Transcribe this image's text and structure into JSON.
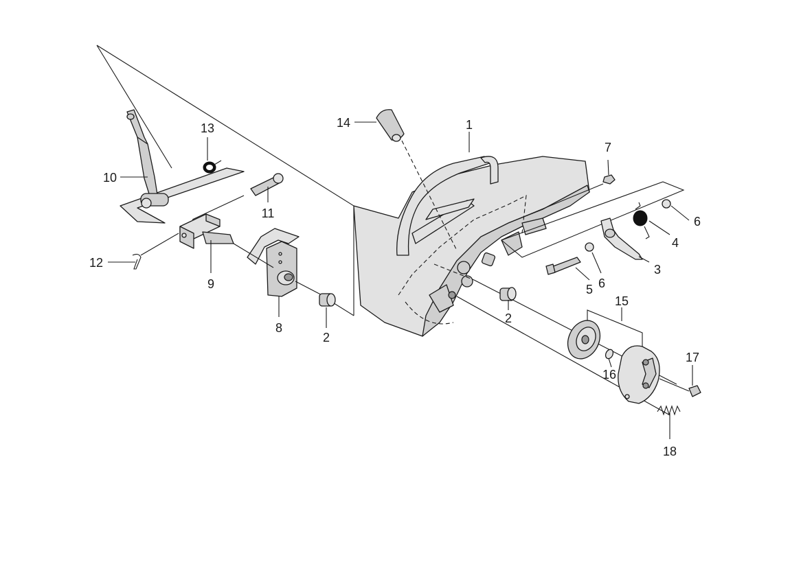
{
  "diagram": {
    "callouts": [
      {
        "id": "c1",
        "label": "1"
      },
      {
        "id": "c2a",
        "label": "2"
      },
      {
        "id": "c2b",
        "label": "2"
      },
      {
        "id": "c3",
        "label": "3"
      },
      {
        "id": "c4",
        "label": "4"
      },
      {
        "id": "c5",
        "label": "5"
      },
      {
        "id": "c6a",
        "label": "6"
      },
      {
        "id": "c6b",
        "label": "6"
      },
      {
        "id": "c7",
        "label": "7"
      },
      {
        "id": "c8",
        "label": "8"
      },
      {
        "id": "c9",
        "label": "9"
      },
      {
        "id": "c10",
        "label": "10"
      },
      {
        "id": "c11",
        "label": "11"
      },
      {
        "id": "c12",
        "label": "12"
      },
      {
        "id": "c13",
        "label": "13"
      },
      {
        "id": "c14",
        "label": "14"
      },
      {
        "id": "c15",
        "label": "15"
      },
      {
        "id": "c16",
        "label": "16"
      },
      {
        "id": "c17",
        "label": "17"
      },
      {
        "id": "c18",
        "label": "18"
      }
    ]
  },
  "colors": {
    "line": "#1a1a1a",
    "part_fill": "#cfcfcf",
    "background": "#ffffff"
  }
}
